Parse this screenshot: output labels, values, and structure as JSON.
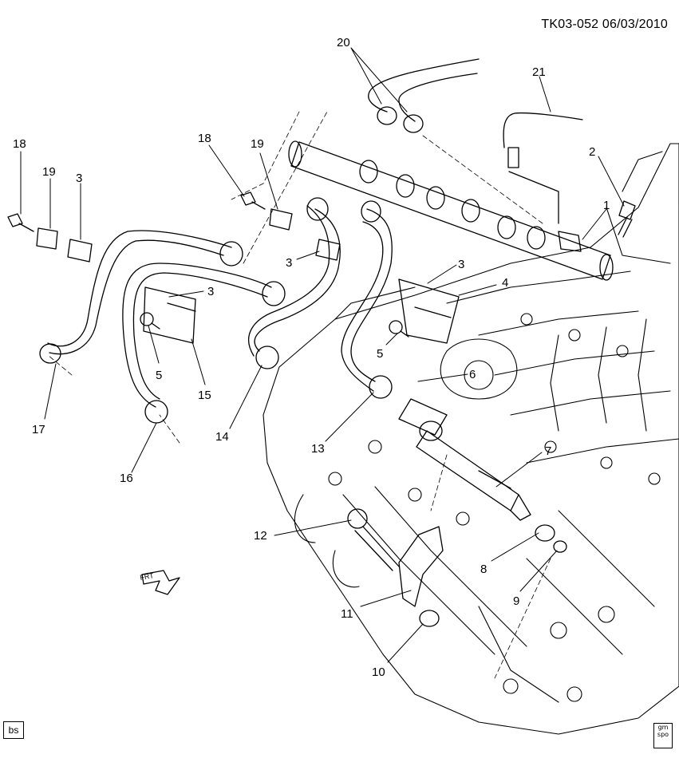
{
  "document": {
    "id_date": "TK03-052  06/03/2010",
    "corner_code": "bs",
    "logo_text": "gm spo",
    "front_arrow_text": "FRT"
  },
  "callouts": [
    "1",
    "2",
    "3",
    "3",
    "3",
    "3",
    "4",
    "5",
    "5",
    "6",
    "7",
    "8",
    "9",
    "10",
    "11",
    "12",
    "13",
    "14",
    "15",
    "16",
    "17",
    "18",
    "18",
    "19",
    "19",
    "20",
    "21"
  ]
}
